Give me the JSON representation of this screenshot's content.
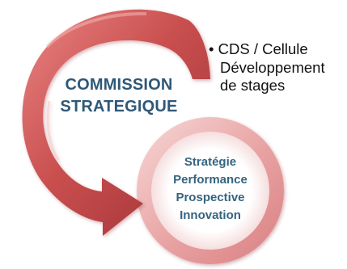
{
  "main": {
    "title_line1": "COMMISSION",
    "title_line2": "STRATEGIQUE"
  },
  "note": {
    "bullet": "•",
    "line1": "CDS / Cellule",
    "line2": "Développement",
    "line3": "de stages"
  },
  "circle": {
    "items": [
      "Stratégie",
      "Performance",
      "Prospective",
      "Innovation"
    ]
  },
  "colors": {
    "arrow_red": "#c9504f",
    "arrow_red_dark": "#9f2f35",
    "ring_pink": "#e8a1a2",
    "ring_pink_light": "#f6d3d2",
    "text_blue": "#2f5878"
  }
}
